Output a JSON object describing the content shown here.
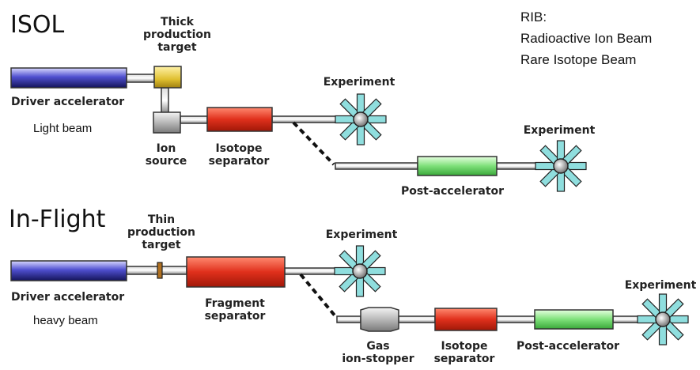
{
  "rib": {
    "heading": "RIB:",
    "line1": "Radioactive Ion Beam",
    "line2": "Rare Isotope Beam"
  },
  "isol": {
    "title": "ISOL",
    "target_line1": "Thick",
    "target_line2": "production",
    "target_line3": "target",
    "driver_label": "Driver accelerator",
    "beam_label": "Light beam",
    "ion_source_line1": "Ion",
    "ion_source_line2": "source",
    "separator_line1": "Isotope",
    "separator_line2": "separator",
    "experiment_1": "Experiment",
    "experiment_2": "Experiment",
    "post_accelerator": "Post-accelerator"
  },
  "inflight": {
    "title": "In-Flight",
    "target_line1": "Thin",
    "target_line2": "production",
    "target_line3": "target",
    "driver_label": "Driver accelerator",
    "beam_label": "heavy beam",
    "fragment_line1": "Fragment",
    "fragment_line2": "separator",
    "experiment_1": "Experiment",
    "experiment_2": "Experiment",
    "gas_line1": "Gas",
    "gas_line2": "ion-stopper",
    "isotope_line1": "Isotope",
    "isotope_line2": "separator",
    "post_accelerator": "Post-accelerator"
  },
  "colors": {
    "driver": "#2a2a9e",
    "target": "#e0c030",
    "ion_source": "#b8b8b8",
    "separator": "#e0301c",
    "post_accelerator": "#7ee07a",
    "experiment_spokes": "#8fdede",
    "beamline": "#555555"
  }
}
